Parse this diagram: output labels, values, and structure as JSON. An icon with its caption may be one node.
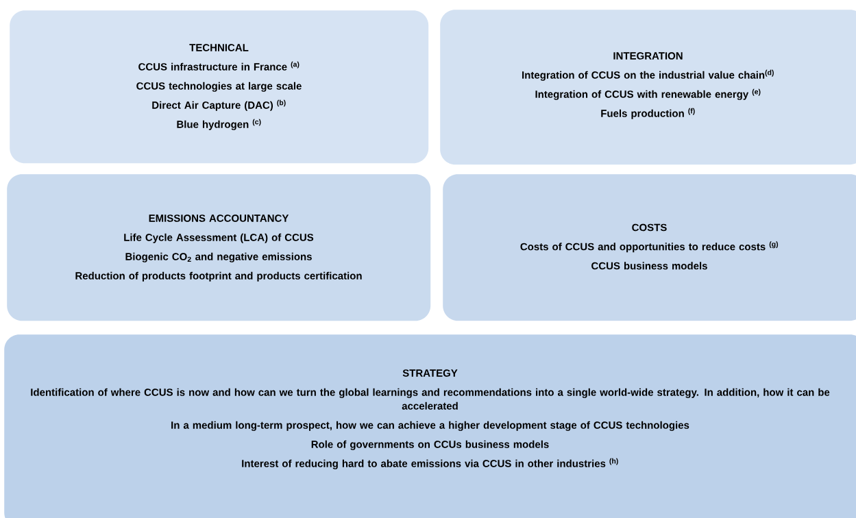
{
  "diagram": {
    "nodes": [
      {
        "text": [
          "TECHNICAL",
          "CCUS infrastructure in France $^{(a)}$",
          "CCUS technologies at large scale",
          "Direct Air Capture (DAC) $^{(b)}$",
          "Blue hydrogen $^{(c)}$"
        ]
      },
      {
        "text": [
          "INTEGRATION",
          "Integration of CCUS on the industrial value chain$^{(d)}$",
          "Integration of CCUS with renewable energy $^{(e)}$",
          "Fuels production $^{(f)}$"
        ]
      },
      {
        "text": [
          "EMISSIONS ACCOUNTANCY",
          "Life Cycle Assessment (LCA) of CCUS",
          "Biogenic CO$_{2}$ and negative emissions",
          "Reduction of products footprint and products certification"
        ]
      },
      {
        "text": [
          "COSTS",
          "Costs of CCUS and opportunities to reduce costs $^{(g)}$",
          "CCUS business models"
        ]
      },
      {
        "text": [
          "STRATEGY",
          "Identification of where CCUS is now and how can we turn the global learnings and recommendations into a single world-wide strategy.  In addition, how it can be accelerated",
          "In a medium long-term prospect, how we can achieve a higher development stage of CCUS technologies",
          "Role of governments on CCUs business models",
          "Interest of reducing hard to abate emissions via CCUS in other industries $^{(h)}$"
        ]
      }
    ]
  }
}
